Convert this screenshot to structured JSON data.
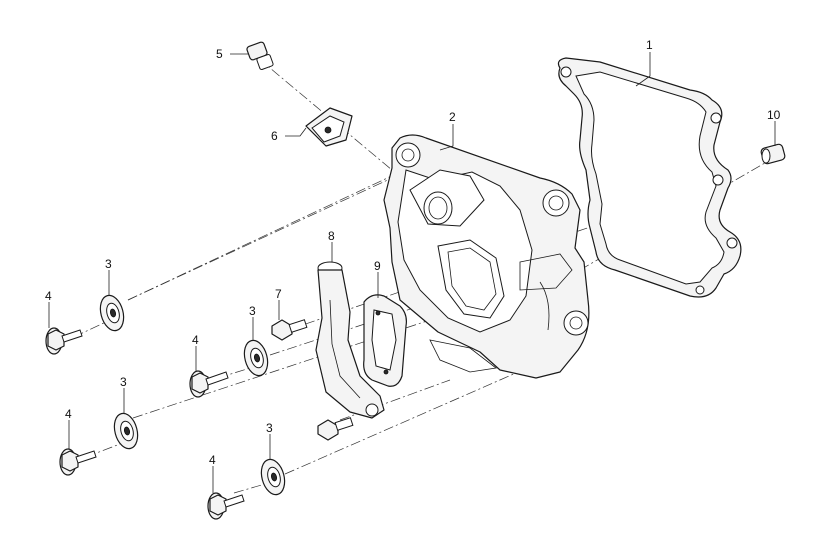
{
  "callouts": [
    {
      "id": "c1",
      "label": "1"
    },
    {
      "id": "c2",
      "label": "2"
    },
    {
      "id": "c3a",
      "label": "3"
    },
    {
      "id": "c3b",
      "label": "3"
    },
    {
      "id": "c3c",
      "label": "3"
    },
    {
      "id": "c3d",
      "label": "3"
    },
    {
      "id": "c4a",
      "label": "4"
    },
    {
      "id": "c4b",
      "label": "4"
    },
    {
      "id": "c4c",
      "label": "4"
    },
    {
      "id": "c4d",
      "label": "4"
    },
    {
      "id": "c5",
      "label": "5"
    },
    {
      "id": "c6",
      "label": "6"
    },
    {
      "id": "c7",
      "label": "7"
    },
    {
      "id": "c8",
      "label": "8"
    },
    {
      "id": "c9",
      "label": "9"
    },
    {
      "id": "c10",
      "label": "10"
    }
  ]
}
